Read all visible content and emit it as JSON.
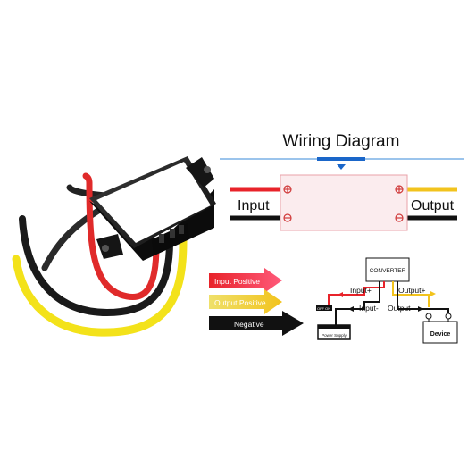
{
  "diagram": {
    "title": "Wiring Diagram",
    "input_label": "Input",
    "output_label": "Output"
  },
  "legend": {
    "items": [
      {
        "label": "Input Positive",
        "color": "#e8232a"
      },
      {
        "label": "Output Positive",
        "color": "#f2c31d"
      },
      {
        "label": "Negative",
        "color": "#111111"
      }
    ]
  },
  "schematic": {
    "converter": "CONVERTER",
    "power_supply": "Power Supply",
    "switch": "OFF ON",
    "device": "Device",
    "input_pos": "Input+",
    "input_neg": "Input-",
    "output_pos": "Output+",
    "output_neg": "Output-"
  },
  "colors": {
    "red": "#e8232a",
    "yellow": "#f2c31d",
    "black": "#111111",
    "blue": "#1a66c9"
  }
}
